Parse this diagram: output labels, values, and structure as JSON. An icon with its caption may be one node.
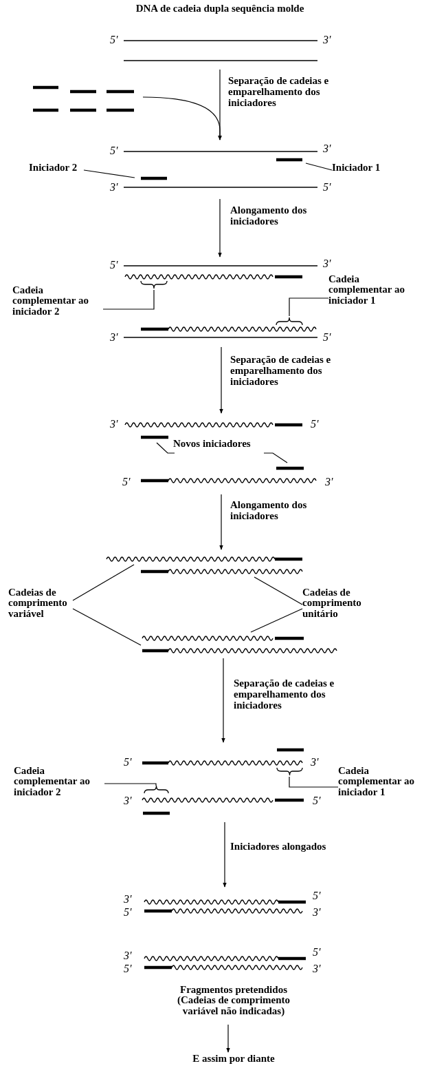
{
  "diagram": {
    "nodes": [
      {
        "text": [
          "DNA de cadeia dupla sequência molde",
          "5′",
          "3′"
        ]
      },
      {
        "text": [],
        "shape": "picture"
      },
      {
        "text": [
          "5′",
          "3′",
          "3′",
          "5′"
        ]
      },
      {
        "text": [
          "Iniciador 2"
        ]
      },
      {
        "text": [
          "Iniciador 1"
        ]
      },
      {
        "text": [
          "5′",
          "3′",
          "3′",
          "5′"
        ]
      },
      {
        "text": [
          "Cadeia complementar ao iniciador 2"
        ]
      },
      {
        "text": [
          "Cadeia complementar ao iniciador 1"
        ]
      },
      {
        "text": [
          "3′",
          "5′",
          "5′",
          "3′"
        ]
      },
      {
        "text": [
          "Novos iniciadores"
        ],
        "in": 8
      },
      {
        "text": [],
        "shape": "picture"
      },
      {
        "text": [
          "Cadeias de comprimento variável"
        ]
      },
      {
        "text": [
          "Cadeias de comprimento unitário"
        ]
      },
      {
        "text": [
          "5′",
          "3′",
          "3′",
          "5′"
        ]
      },
      {
        "text": [
          "Cadeia complementar ao iniciador 2"
        ]
      },
      {
        "text": [
          "Cadeia complementar ao iniciador 1"
        ]
      },
      {
        "text": [
          "3′",
          "5′",
          "5′",
          "3′"
        ]
      },
      {
        "text": [
          "3′",
          "5′",
          "5′",
          "3′"
        ]
      },
      {
        "text": [
          "Fragmentos pretendidos (Cadeias de comprimento variável não indicadas)"
        ]
      },
      {
        "text": [
          "E assim por diante"
        ]
      }
    ],
    "edges": [
      {
        "from": 0,
        "to": 2,
        "arrow": "to",
        "label": "Separação de cadeias e emparelhamento dos iniciadores"
      },
      {
        "from": 1,
        "to": 2,
        "arrow": "to"
      },
      {
        "from": 3,
        "to": 2,
        "arrow": "none"
      },
      {
        "from": 4,
        "to": 2,
        "arrow": "none"
      },
      {
        "from": 2,
        "to": 5,
        "arrow": "to",
        "label": "Alongamento dos iniciadores"
      },
      {
        "from": 6,
        "to": 5,
        "arrow": "none"
      },
      {
        "from": 7,
        "to": 5,
        "arrow": "none"
      },
      {
        "from": 5,
        "to": 8,
        "arrow": "to",
        "label": "Separação de cadeias e emparelhamento dos iniciadores"
      },
      {
        "from": 9,
        "to": 8,
        "arrow": "none"
      },
      {
        "from": 9,
        "to": 8,
        "arrow": "none"
      },
      {
        "from": 8,
        "to": 10,
        "arrow": "to",
        "label": "Alongamento dos iniciadores"
      },
      {
        "from": 11,
        "to": 10,
        "arrow": "none"
      },
      {
        "from": 11,
        "to": 10,
        "arrow": "none"
      },
      {
        "from": 12,
        "to": 10,
        "arrow": "none"
      },
      {
        "from": 12,
        "to": 10,
        "arrow": "none"
      },
      {
        "from": 10,
        "to": 13,
        "arrow": "to",
        "label": "Separação de cadeias e emparelhamento dos iniciadores"
      },
      {
        "from": 14,
        "to": 13,
        "arrow": "none"
      },
      {
        "from": 15,
        "to": 13,
        "arrow": "none"
      },
      {
        "from": 13,
        "to": 16,
        "arrow": "to",
        "label": "Iniciadores alongados"
      },
      {
        "from": 18,
        "to": 19,
        "arrow": "to"
      }
    ]
  }
}
